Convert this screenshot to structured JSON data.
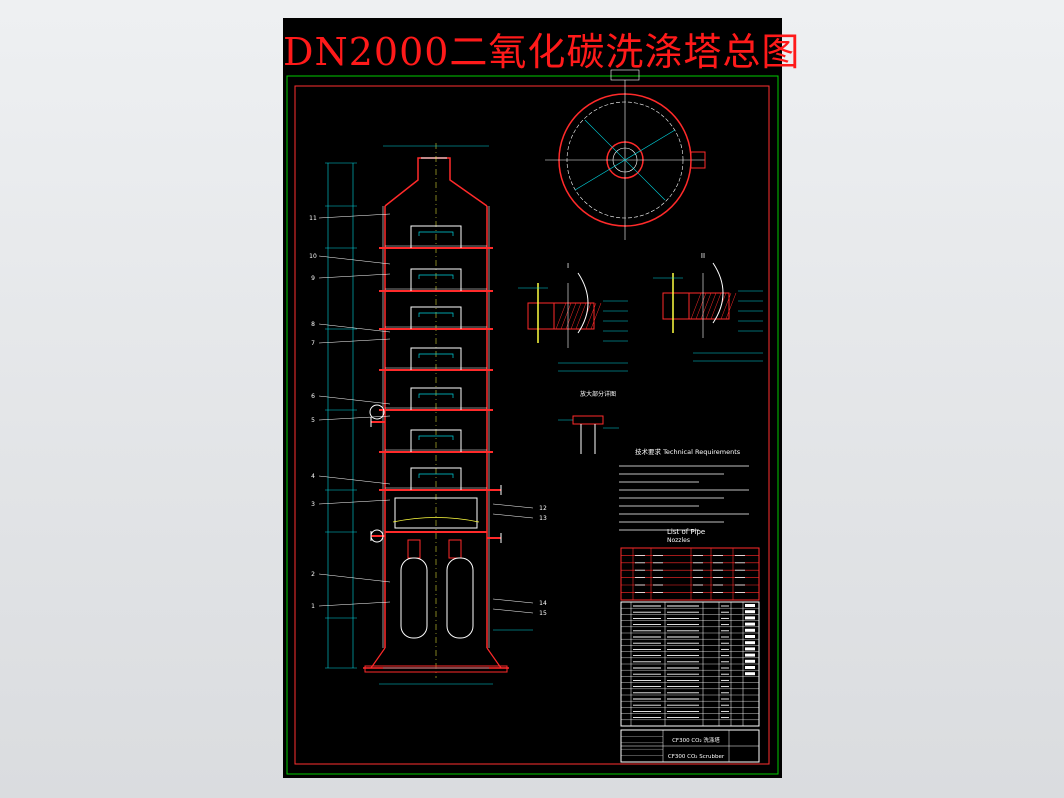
{
  "title": "DN2000二氧化碳洗涤塔总图",
  "colors": {
    "background": "#000000",
    "title": "#ff1a1a",
    "outer_frame": "#00cc00",
    "inner_frame": "#ff3030",
    "outline": "#ffffff",
    "structure": "#ff2a2a",
    "dimension": "#00d5e0",
    "accent": "#ffff40"
  },
  "leaders_left": [
    "11",
    "10",
    "9",
    "8",
    "7",
    "6",
    "5",
    "4",
    "3",
    "2",
    "1"
  ],
  "leaders_right": [
    "12",
    "13",
    "14",
    "15"
  ],
  "detail_labels": [
    "I",
    "II"
  ],
  "detail_captions": [
    "放大部分详图"
  ],
  "tech_req_title": "技术要求 Technical Requirements",
  "pipe_list_title": "List of Pipe",
  "nozzle_title": "Nozzles",
  "title_block": {
    "line1": "CF300 CO₂ 洗涤塔",
    "line2": "CF300 CO₂ Scrubber"
  }
}
